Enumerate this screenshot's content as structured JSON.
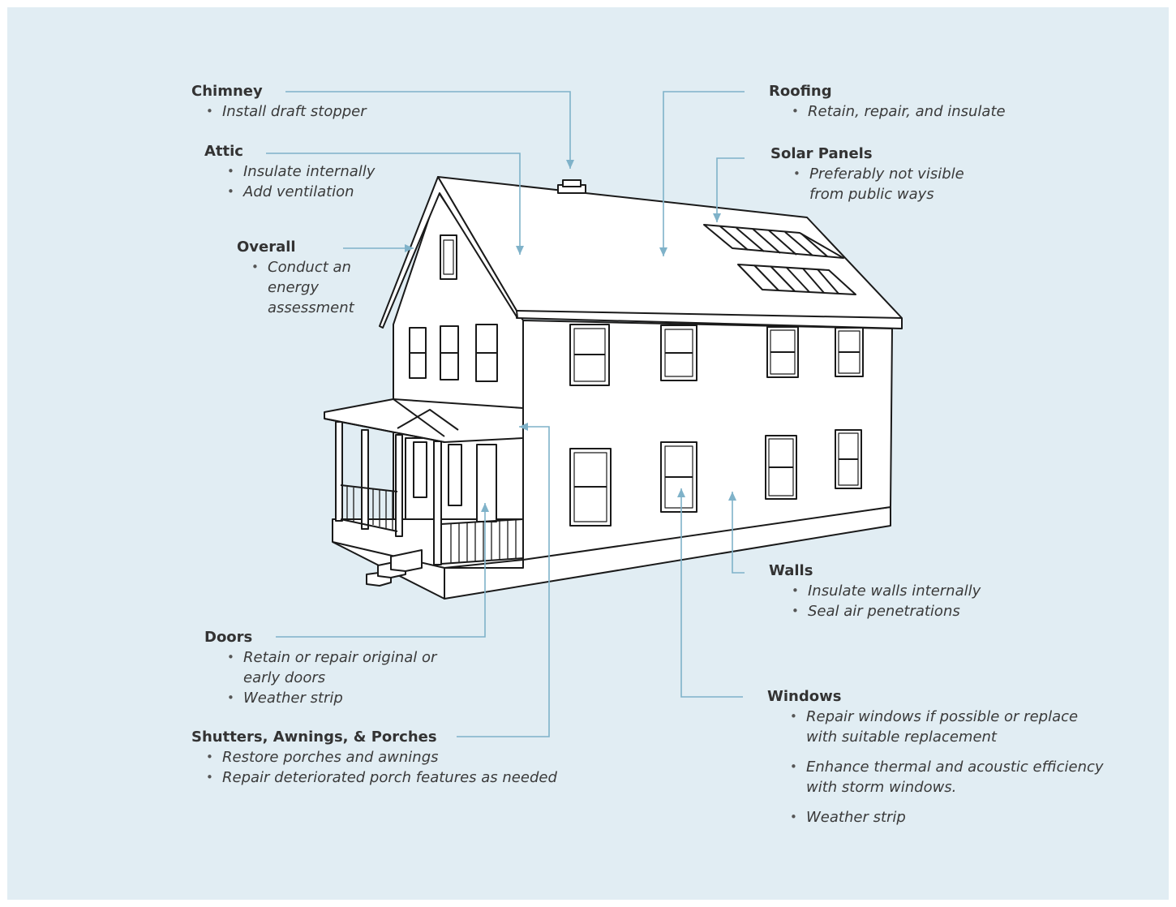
{
  "callouts": {
    "chimney": {
      "title": "Chimney",
      "items": [
        "Install draft stopper"
      ]
    },
    "attic": {
      "title": "Attic",
      "items": [
        "Insulate internally",
        "Add ventilation"
      ]
    },
    "overall": {
      "title": "Overall",
      "items": [
        "Conduct an energy assessment"
      ]
    },
    "roofing": {
      "title": "Roofing",
      "items": [
        "Retain, repair, and insulate"
      ]
    },
    "solar": {
      "title": "Solar Panels",
      "items": [
        "Preferably not visible from public ways"
      ]
    },
    "walls": {
      "title": "Walls",
      "items": [
        "Insulate walls internally",
        "Seal air penetrations"
      ]
    },
    "doors": {
      "title": "Doors",
      "items": [
        "Retain or repair original or early doors",
        "Weather strip"
      ]
    },
    "shutters": {
      "title": "Shutters, Awnings, & Porches",
      "items": [
        "Restore porches and awnings",
        "Repair deteriorated porch features as needed"
      ]
    },
    "windows": {
      "title": "Windows",
      "items": [
        "Repair windows if possible or replace with suitable replacement",
        "Enhance thermal and acoustic efficiency with storm windows.",
        "Weather strip"
      ]
    }
  },
  "colors": {
    "background": "#e1edf3",
    "leader_line": "#7fb2c9",
    "outline": "#1a1a1a",
    "house_fill": "#ffffff"
  }
}
